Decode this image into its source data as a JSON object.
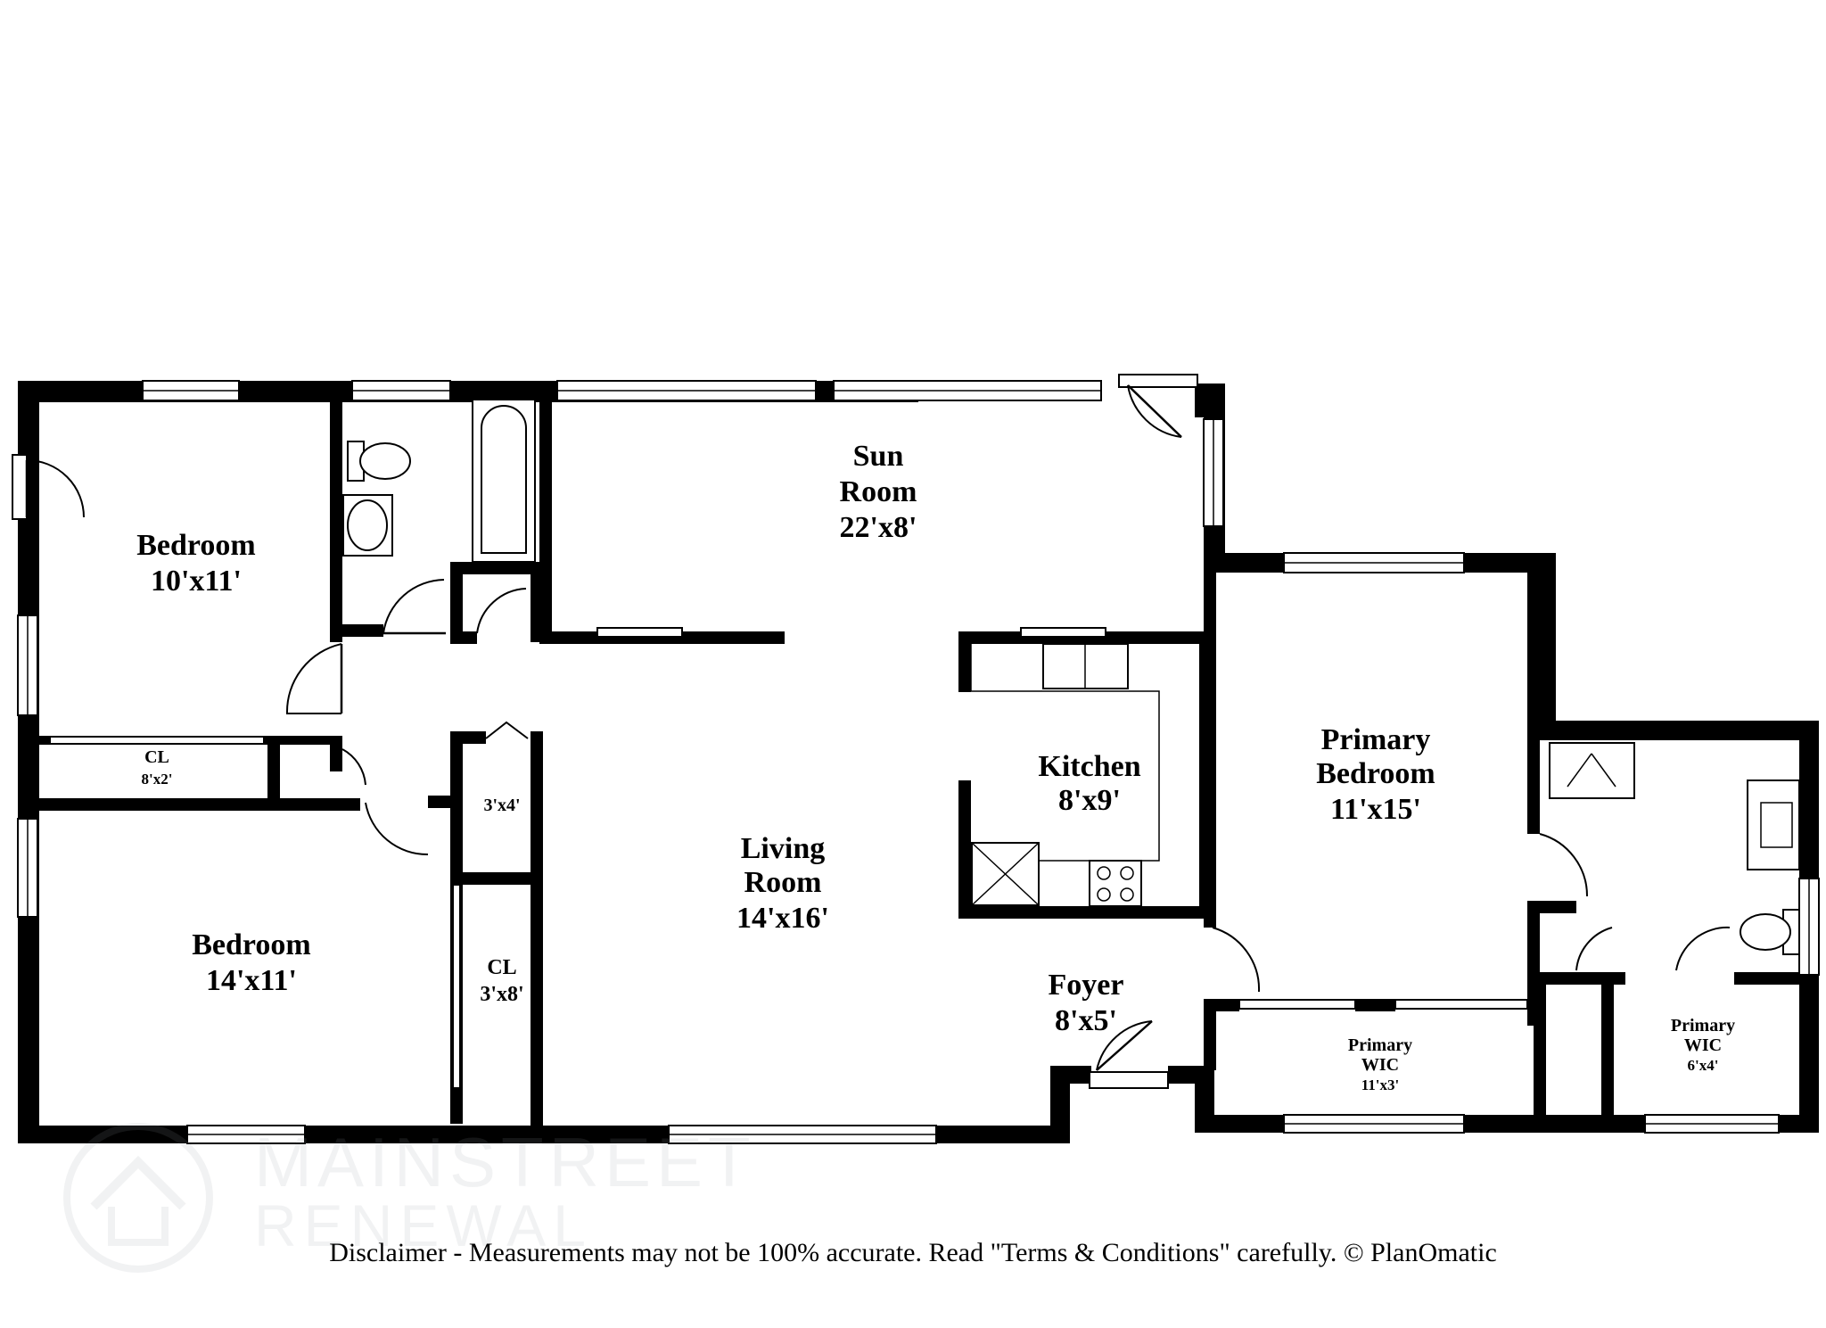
{
  "rooms": {
    "bedroom_1": {
      "name": "Bedroom",
      "size": "10'x11'"
    },
    "bedroom_2": {
      "name": "Bedroom",
      "size": "14'x11'"
    },
    "closet_1": {
      "name": "CL",
      "size": "8'x2'"
    },
    "closet_2": {
      "size": "3'x4'"
    },
    "closet_3": {
      "name": "CL",
      "size": "3'x8'"
    },
    "sun_room": {
      "name_line1": "Sun",
      "name_line2": "Room",
      "size": "22'x8'"
    },
    "living_room": {
      "name_line1": "Living",
      "name_line2": "Room",
      "size": "14'x16'"
    },
    "kitchen": {
      "name": "Kitchen",
      "size": "8'x9'"
    },
    "foyer": {
      "name": "Foyer",
      "size": "8'x5'"
    },
    "primary_bedroom": {
      "name_line1": "Primary",
      "name_line2": "Bedroom",
      "size": "11'x15'"
    },
    "primary_wic_1": {
      "name_line1": "Primary",
      "name_line2": "WIC",
      "size": "11'x3'"
    },
    "primary_wic_2": {
      "name_line1": "Primary",
      "name_line2": "WIC",
      "size": "6'x4'"
    }
  },
  "watermark": {
    "line1": "MAINSTREET",
    "line2": "RENEWAL"
  },
  "disclaimer": "Disclaimer - Measurements may not be 100% accurate. Read \"Terms & Conditions\" carefully. © PlanOmatic",
  "colors": {
    "wall": "#000000",
    "background": "#ffffff",
    "watermark": "#9aa0a6"
  }
}
